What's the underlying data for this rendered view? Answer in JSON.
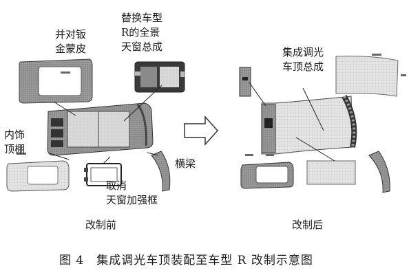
{
  "labels": {
    "sheet_metal_cover": "并对钣\n金蒙皮",
    "replace_sunroof": "替换车型\nR的全景\n天窗总成",
    "inner_headliner": "内饰\n顶棚",
    "cross_beam": "横梁",
    "cancel_frame": "取消\n天窗加强框",
    "dimming_roof": "集成调光\n车顶总成"
  },
  "captions": {
    "before": "改制前",
    "after": "改制后"
  },
  "figure_caption": "图 4　集成调光车顶装配至车型 R 改制示意图"
}
